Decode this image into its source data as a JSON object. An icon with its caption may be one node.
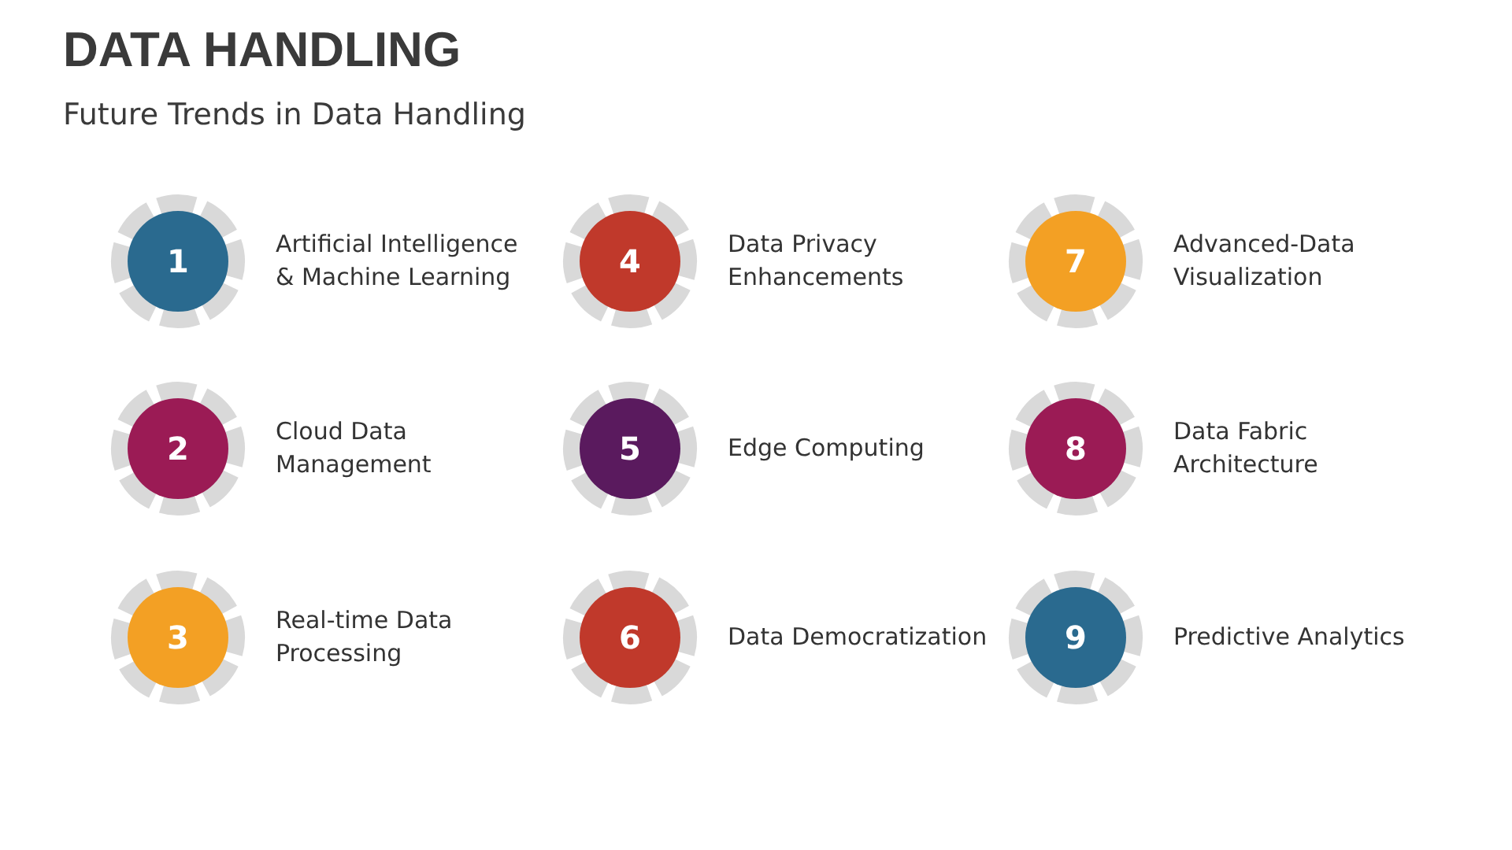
{
  "diagram": {
    "title": "DATA HANDLING",
    "nodes": [
      {
        "text": [
          "1"
        ],
        "beside": [
          "Artificial Intelligence & Machine Learning"
        ]
      },
      {
        "text": [
          "2"
        ],
        "beside": [
          "Cloud Data Management"
        ]
      },
      {
        "text": [
          "3"
        ],
        "beside": [
          "Real-time Data Processing"
        ]
      },
      {
        "text": [
          "4"
        ],
        "beside": [
          "Data Privacy Enhancements"
        ]
      },
      {
        "text": [
          "5"
        ],
        "beside": [
          "Edge Computing"
        ]
      },
      {
        "text": [
          "6"
        ],
        "beside": [
          "Data Democratization"
        ]
      },
      {
        "text": [
          "7"
        ],
        "beside": [
          "Advanced-Data Visualization"
        ]
      },
      {
        "text": [
          "8"
        ],
        "beside": [
          "Data Fabric Architecture"
        ]
      },
      {
        "text": [
          "9"
        ],
        "beside": [
          "Predictive Analytics"
        ]
      }
    ],
    "labels": [
      "Future Trends in Data Handling"
    ]
  }
}
